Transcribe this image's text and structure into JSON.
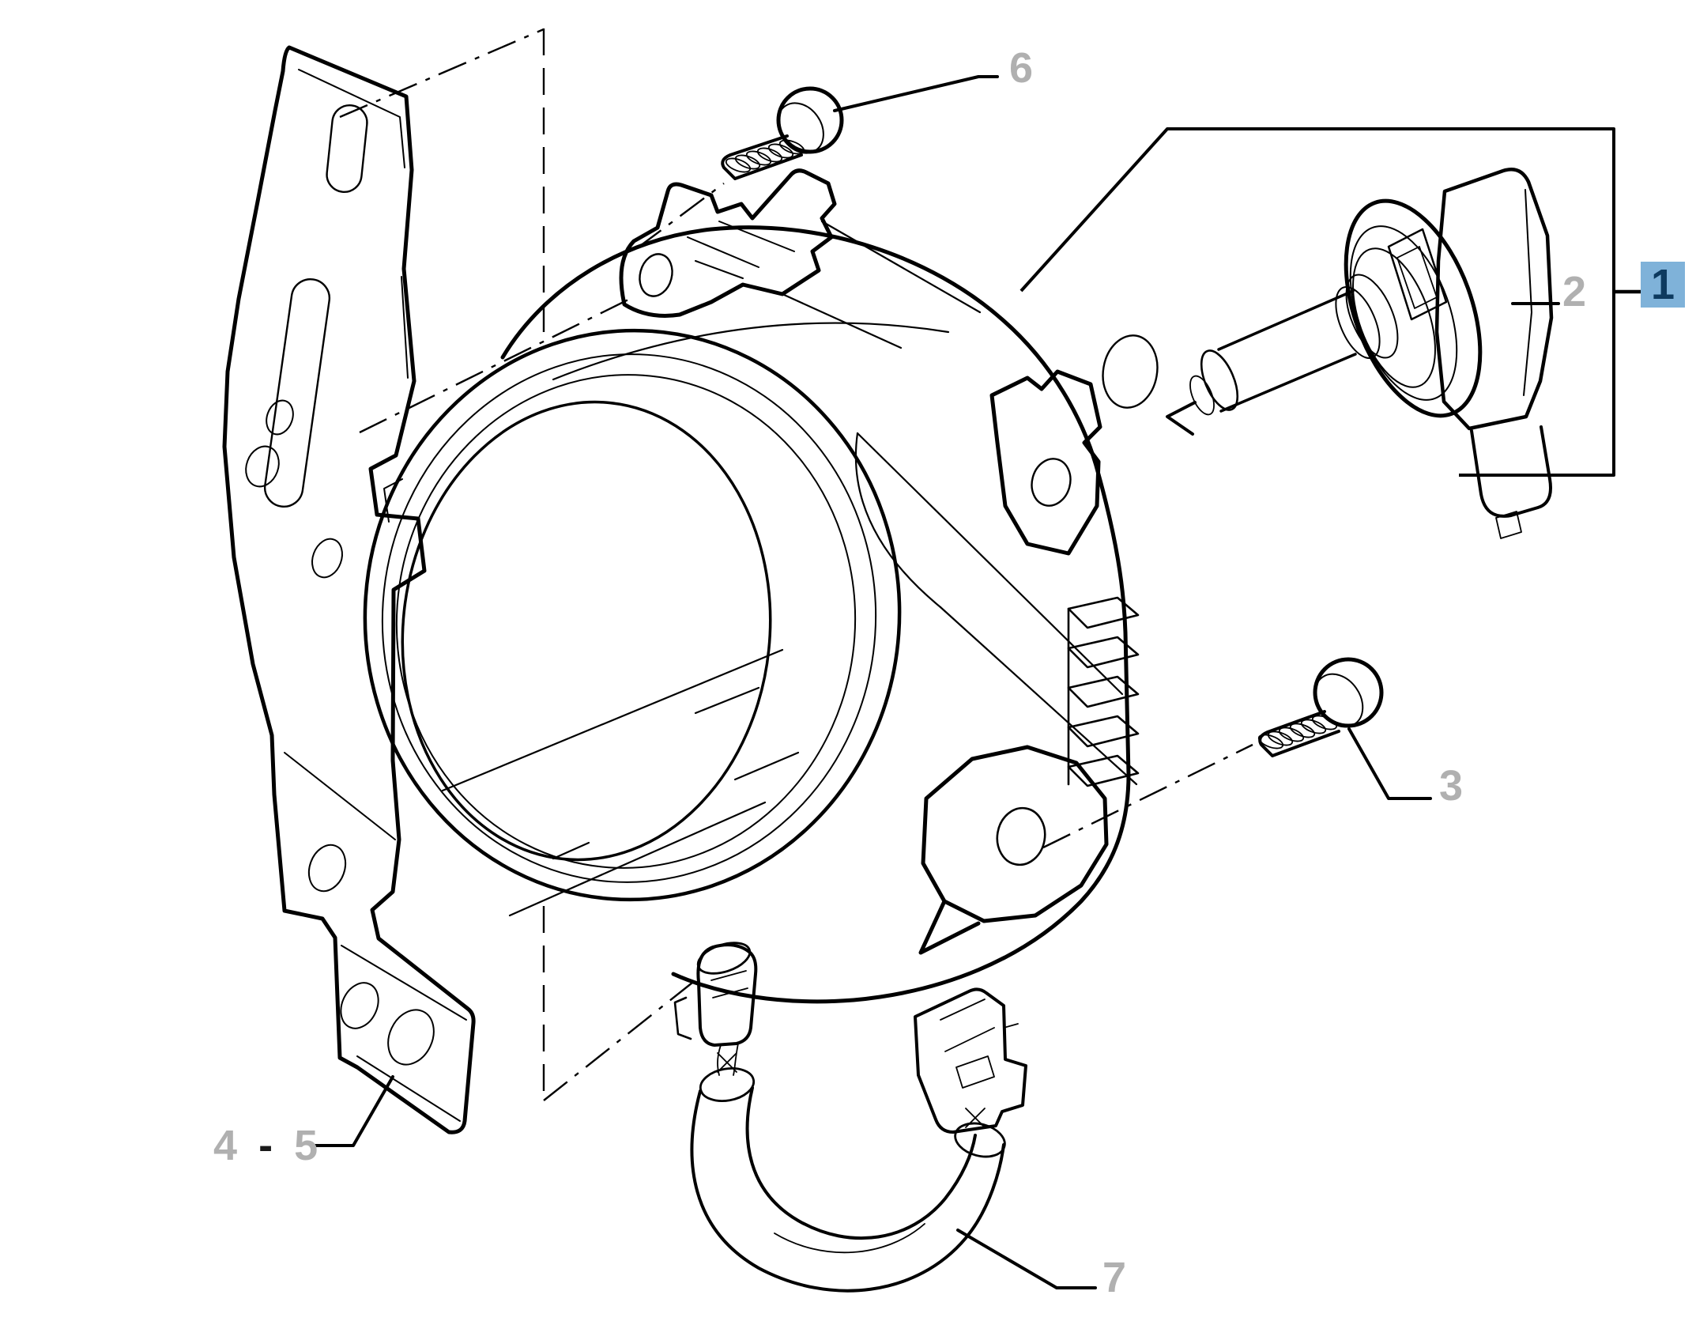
{
  "diagram": {
    "type": "exploded-parts-diagram",
    "colors": {
      "background": "#ffffff",
      "line": "#000000",
      "label_gray": "#b0b0b0",
      "separator_dark": "#1a1a1a",
      "badge_background": "#7fb2d9",
      "badge_number": "#0d3a5f"
    },
    "labels": {
      "item1": "1",
      "item2": "2",
      "item3": "3",
      "item6": "6",
      "item7": "7",
      "item4_5": {
        "first": "4",
        "separator": "-",
        "second": "5"
      }
    },
    "highlighted_item": "1"
  }
}
